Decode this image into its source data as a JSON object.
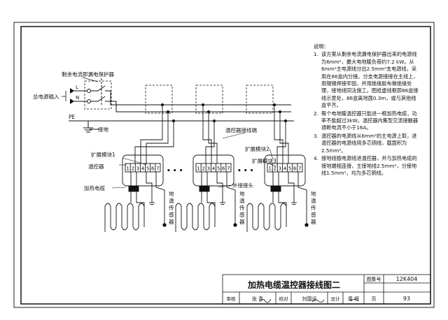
{
  "labels": {
    "rcd": "剩余电流即漏电保护器",
    "power_input": "总电源输入",
    "L": "L",
    "N": "N",
    "PE": "PE",
    "ground": "接地",
    "expansion_1": "扩展模块1",
    "expansion_2": "扩展模块2",
    "expansion_3": "扩展模块3",
    "thermostat": "温控器",
    "heating_cable": "加热电缆",
    "thermostat_box": "温控器接线端",
    "ext_joint": "外接接头",
    "floor_sensor": "地温传感器",
    "ellipsis": "• • •",
    "terminals": [
      "1",
      "2",
      "3",
      "4",
      "5",
      "6",
      "7"
    ]
  },
  "notes": {
    "heading": "说明：",
    "items": [
      {
        "num": "1.",
        "text": "该方案从剩余电流漏电保护器出来的电源线为6mm²，最大电地暖负荷约7.2 kW。从6mm²主电源线分出2.5mm²支电源线，采用在86盒内分接。分支电源接接在主线上，用锡锡焊接牢固，并用绝缘胶布做绝缘处理，接地线同法施工。图纸虚线框即86盒接线示意处，86盒离地面0.3m，或与其他线盒平齐。"
      },
      {
        "num": "2.",
        "text": "每个电地暖温控器只能进一根加热电缆，功率不能超过3kW。温控器内集型交流接触器通断电流不小于16A。"
      },
      {
        "num": "3.",
        "text": "温控器的电源线从6mm²的主电源上取，进温控器的电源线用多芯铜线，截面积为2.5mm²。"
      },
      {
        "num": "4.",
        "text": "接地线随电源线进温控器，并与加热电缆的接地端相连接，主接地线2.5mm²，分接地线1.5mm²，均为多芯铜线。"
      }
    ]
  },
  "title_block": {
    "title": "加热电缆温控器接线图二",
    "atlas_label": "图集号",
    "atlas_no": "12K404",
    "page_label": "页",
    "page_no": "93",
    "review_label": "审核",
    "reviewer": "张 青",
    "check_label": "校对",
    "checker": "刘国远",
    "design_label": "设计",
    "designer": "周 辉"
  }
}
